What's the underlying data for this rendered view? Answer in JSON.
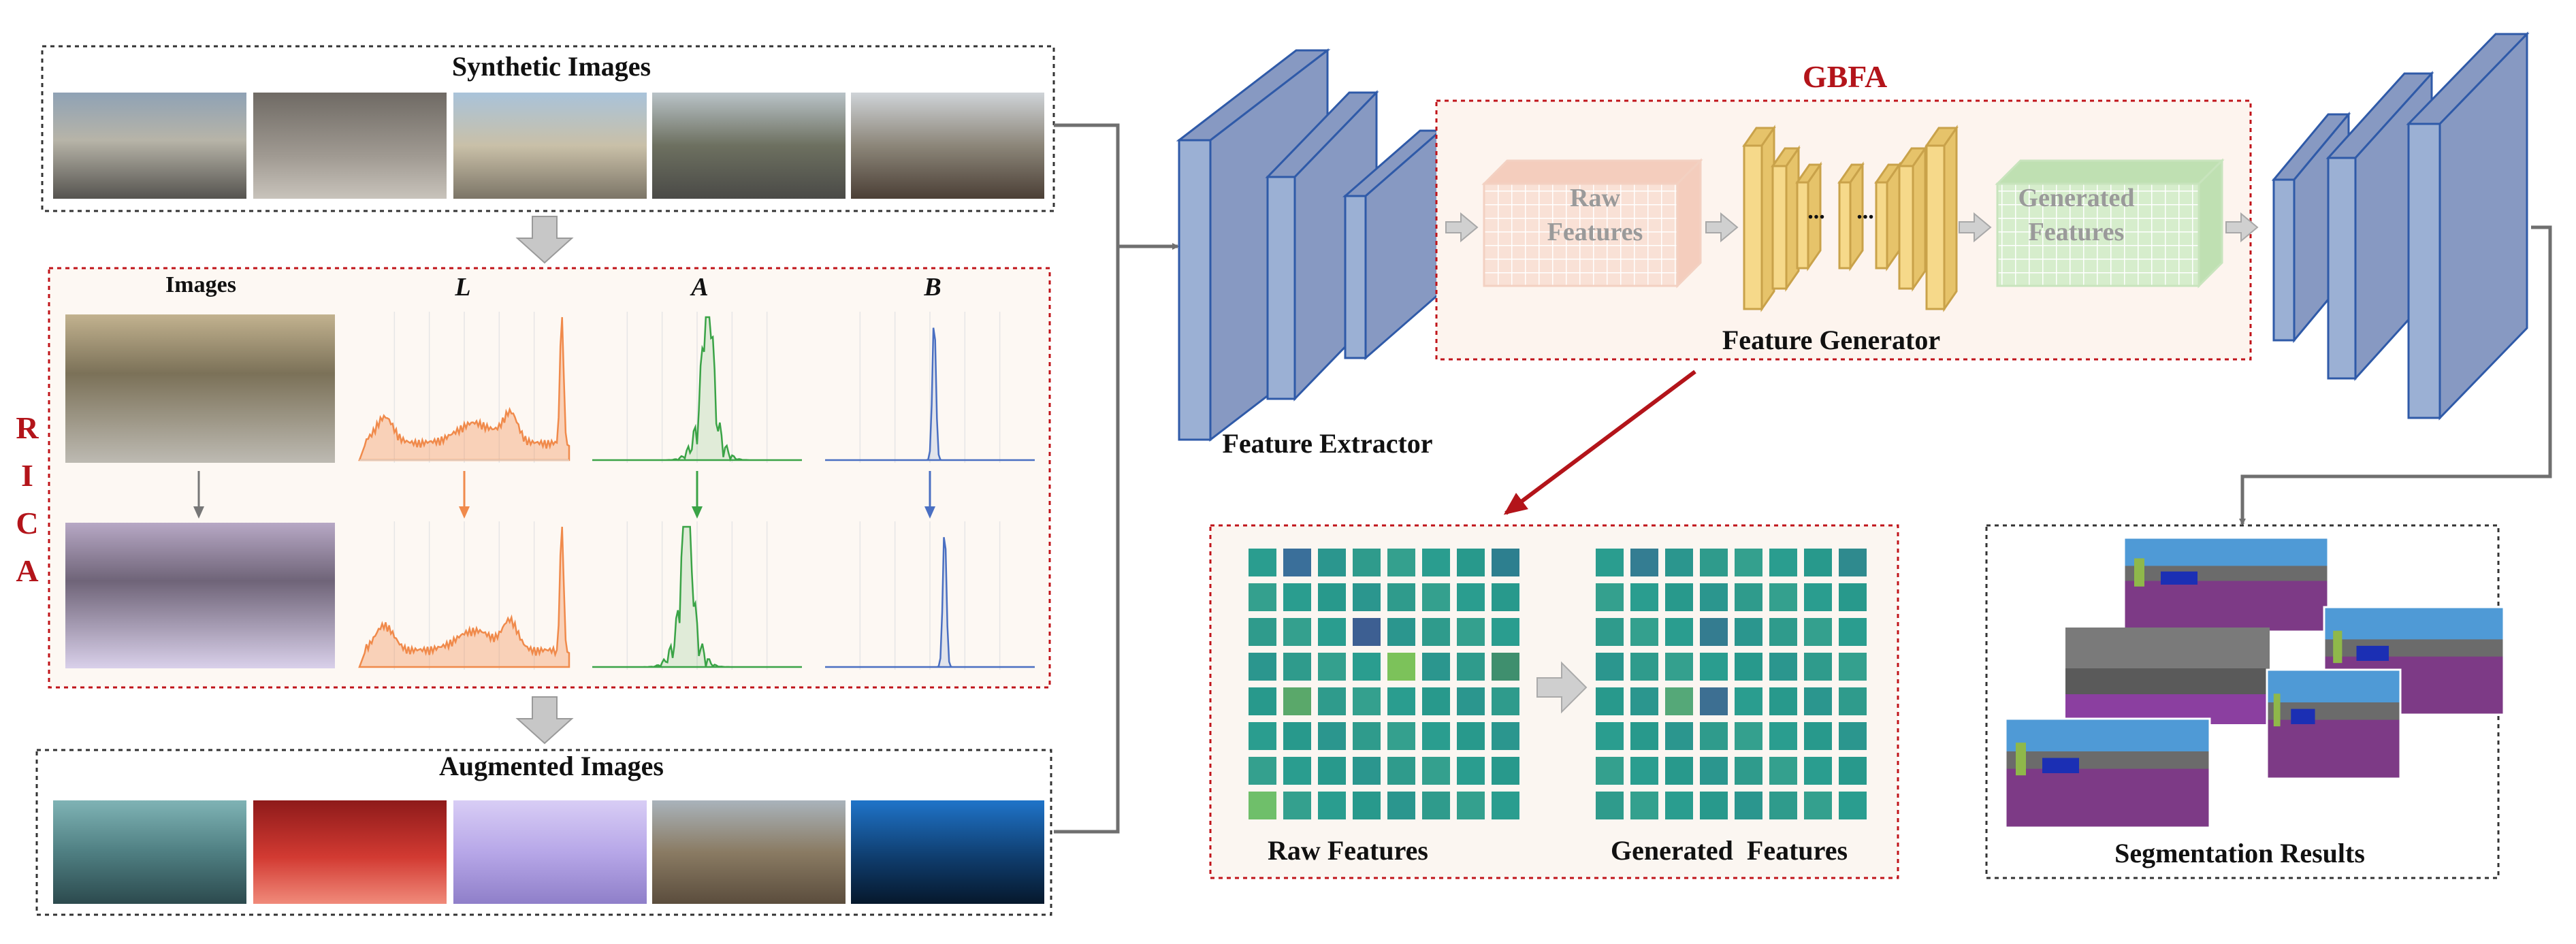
{
  "synthetic": {
    "title": "Synthetic Images"
  },
  "augmented": {
    "title": "Augmented Images"
  },
  "rica": {
    "side_label": "RICA",
    "columns": [
      "Images",
      "L",
      "A",
      "B"
    ]
  },
  "network": {
    "feature_extractor": "Feature Extractor",
    "gbfa_title": "GBFA",
    "raw_features": "Raw Features",
    "generated_features": "Generated Features",
    "feature_generator": "Feature Generator",
    "dots": "..."
  },
  "features_panel": {
    "raw_label": "Raw Features",
    "generated_label": "Generated  Features"
  },
  "segmentation": {
    "title": "Segmentation Results"
  },
  "colors": {
    "block_face": "#9bb0d4",
    "block_side": "#8799c2",
    "block_edge": "#2f5aa8",
    "gen_yellow": "#f6d98a",
    "raw_cube": "#f7d8c8",
    "gen_cube": "#cfe8c4",
    "red": "#b3141a",
    "L_curve": "#f08a4b",
    "A_curve": "#3aa346",
    "B_curve": "#4a6fc2",
    "arrow_gray": "#bdbdbd"
  }
}
